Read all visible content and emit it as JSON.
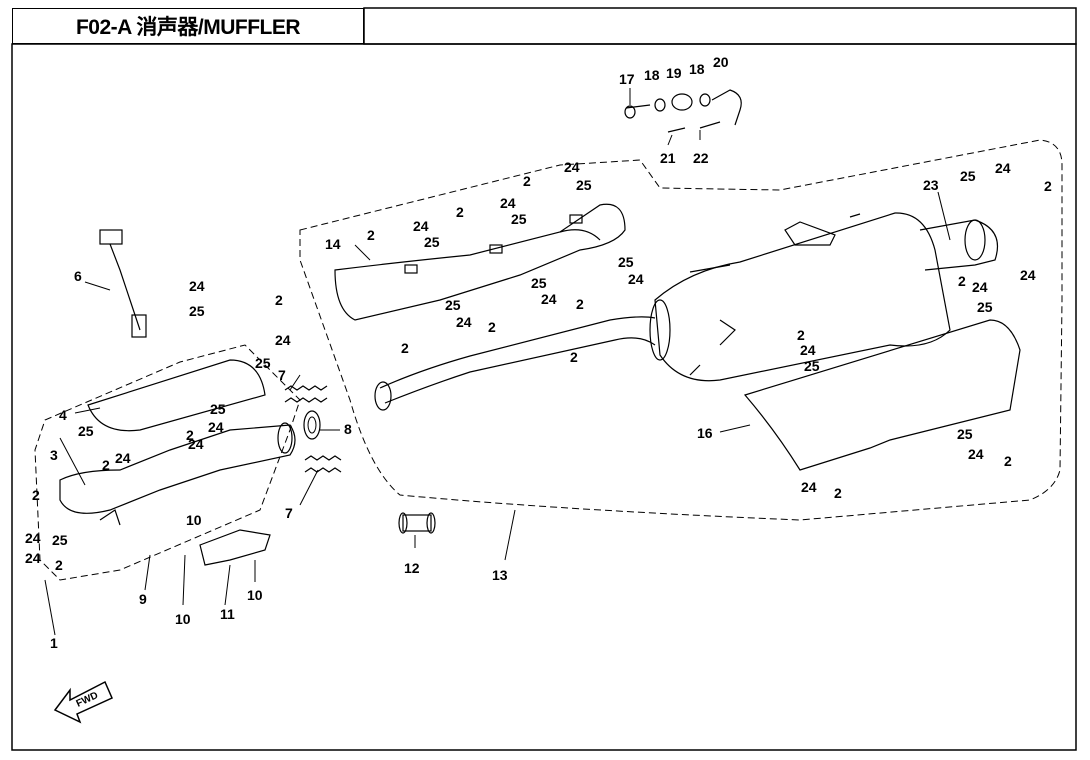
{
  "title": "F02-A 消声器/MUFFLER",
  "fwd_label": "FWD",
  "colors": {
    "line": "#000000",
    "background": "#ffffff"
  },
  "callouts": [
    {
      "id": "c1",
      "text": "1"
    },
    {
      "id": "c2a",
      "text": "2"
    },
    {
      "id": "c2b",
      "text": "2"
    },
    {
      "id": "c2c",
      "text": "2"
    },
    {
      "id": "c2d",
      "text": "2"
    },
    {
      "id": "c2e",
      "text": "2"
    },
    {
      "id": "c2f",
      "text": "2"
    },
    {
      "id": "c2g",
      "text": "2"
    },
    {
      "id": "c2h",
      "text": "2"
    },
    {
      "id": "c2i",
      "text": "2"
    },
    {
      "id": "c2j",
      "text": "2"
    },
    {
      "id": "c2k",
      "text": "2"
    },
    {
      "id": "c2l",
      "text": "2"
    },
    {
      "id": "c2m",
      "text": "2"
    },
    {
      "id": "c2n",
      "text": "2"
    },
    {
      "id": "c2o",
      "text": "2"
    },
    {
      "id": "c2p",
      "text": "2"
    },
    {
      "id": "c2q",
      "text": "2"
    },
    {
      "id": "c3",
      "text": "3"
    },
    {
      "id": "c4",
      "text": "4"
    },
    {
      "id": "c6",
      "text": "6"
    },
    {
      "id": "c7a",
      "text": "7"
    },
    {
      "id": "c7b",
      "text": "7"
    },
    {
      "id": "c8",
      "text": "8"
    },
    {
      "id": "c9",
      "text": "9"
    },
    {
      "id": "c10a",
      "text": "10"
    },
    {
      "id": "c10b",
      "text": "10"
    },
    {
      "id": "c10c",
      "text": "10"
    },
    {
      "id": "c11",
      "text": "11"
    },
    {
      "id": "c12",
      "text": "12"
    },
    {
      "id": "c13",
      "text": "13"
    },
    {
      "id": "c14",
      "text": "14"
    },
    {
      "id": "c16",
      "text": "16"
    },
    {
      "id": "c17",
      "text": "17"
    },
    {
      "id": "c18a",
      "text": "18"
    },
    {
      "id": "c18b",
      "text": "18"
    },
    {
      "id": "c19",
      "text": "19"
    },
    {
      "id": "c20",
      "text": "20"
    },
    {
      "id": "c21",
      "text": "21"
    },
    {
      "id": "c22",
      "text": "22"
    },
    {
      "id": "c23",
      "text": "23"
    },
    {
      "id": "c24a",
      "text": "24"
    },
    {
      "id": "c24b",
      "text": "24"
    },
    {
      "id": "c24c",
      "text": "24"
    },
    {
      "id": "c24d",
      "text": "24"
    },
    {
      "id": "c24e",
      "text": "24"
    },
    {
      "id": "c24f",
      "text": "24"
    },
    {
      "id": "c24g",
      "text": "24"
    },
    {
      "id": "c24h",
      "text": "24"
    },
    {
      "id": "c24i",
      "text": "24"
    },
    {
      "id": "c24j",
      "text": "24"
    },
    {
      "id": "c24k",
      "text": "24"
    },
    {
      "id": "c24l",
      "text": "24"
    },
    {
      "id": "c24m",
      "text": "24"
    },
    {
      "id": "c24n",
      "text": "24"
    },
    {
      "id": "c24o",
      "text": "24"
    },
    {
      "id": "c24p",
      "text": "24"
    },
    {
      "id": "c24q",
      "text": "24"
    },
    {
      "id": "c24r",
      "text": "24"
    },
    {
      "id": "c24s",
      "text": "24"
    },
    {
      "id": "c25a",
      "text": "25"
    },
    {
      "id": "c25b",
      "text": "25"
    },
    {
      "id": "c25c",
      "text": "25"
    },
    {
      "id": "c25d",
      "text": "25"
    },
    {
      "id": "c25e",
      "text": "25"
    },
    {
      "id": "c25f",
      "text": "25"
    },
    {
      "id": "c25g",
      "text": "25"
    },
    {
      "id": "c25h",
      "text": "25"
    },
    {
      "id": "c25i",
      "text": "25"
    },
    {
      "id": "c25j",
      "text": "25"
    },
    {
      "id": "c25k",
      "text": "25"
    },
    {
      "id": "c25l",
      "text": "25"
    },
    {
      "id": "c25m",
      "text": "25"
    },
    {
      "id": "c25n",
      "text": "25"
    },
    {
      "id": "c25o",
      "text": "25"
    }
  ]
}
